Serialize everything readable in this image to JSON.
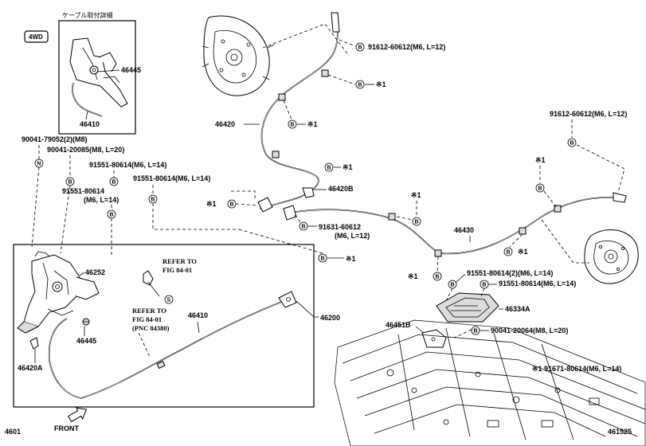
{
  "inset": {
    "title": "ケーブル取付詳細",
    "badge": "4WD",
    "part_a": "46445",
    "part_b": "46410"
  },
  "labels": {
    "p_90041_79052": "90041-79052(2)(M8)",
    "p_90041_20085": "90041-20085(M8, L=20)",
    "p_91551_80614_a": "91551-80614(M6, L=14)",
    "p_91551_80614_b_num": "91551-80614",
    "p_91551_80614_b_spec": "(M6, L=14)",
    "p_91551_80614_c": "91551-80614(M6, L=14)",
    "p_91612_60612_top": "91612-60612(M6, L=12)",
    "p_91612_60612_right": "91612-60612(M6, L=12)",
    "p_91631_60612_num": "91631-60612",
    "p_91631_60612_spec": "(M6, L=12)",
    "p_91551_80614_2": "91551-80614(2)(M6, L=14)",
    "p_91551_80614_d": "91551-80614(M6, L=14)",
    "p_90041_20064": "90041-20064(M8, L=20)",
    "p_91671_80614": "※1 91671-80614(M6, L=14)",
    "p46420": "46420",
    "p46420B": "46420B",
    "p46430": "46430",
    "p46252": "46252",
    "p46445": "46445",
    "p46410": "46410",
    "p46420A": "46420A",
    "p46200": "46200",
    "p46334A": "46334A",
    "p46451B": "46451B",
    "mark_x1": "※1",
    "refer1_l1": "REFER TO",
    "refer1_l2": "FIG 84-01",
    "refer2_l1": "REFER TO",
    "refer2_l2": "FIG 84-01",
    "refer2_l3": "(PNC 84380)",
    "front": "FRONT",
    "page_left": "4601",
    "page_right": "461525"
  },
  "markers": {
    "B": "B",
    "N": "N",
    "S": "S"
  }
}
